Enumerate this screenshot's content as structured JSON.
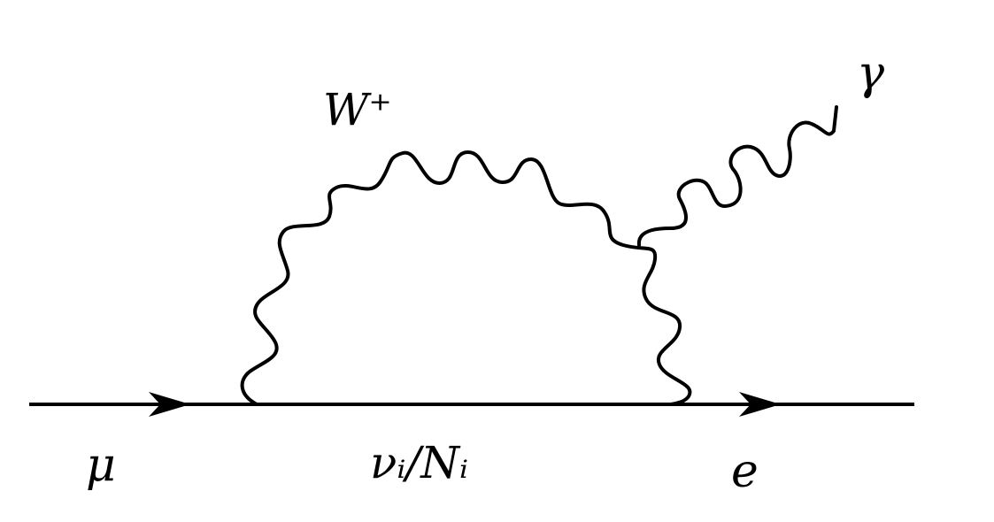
{
  "diagram": {
    "labels": {
      "incoming": "μ",
      "internal_fermion": "νᵢ/Nᵢ",
      "outgoing": "e",
      "boson": "W⁺",
      "photon": "γ"
    },
    "line_color": "#000000"
  }
}
